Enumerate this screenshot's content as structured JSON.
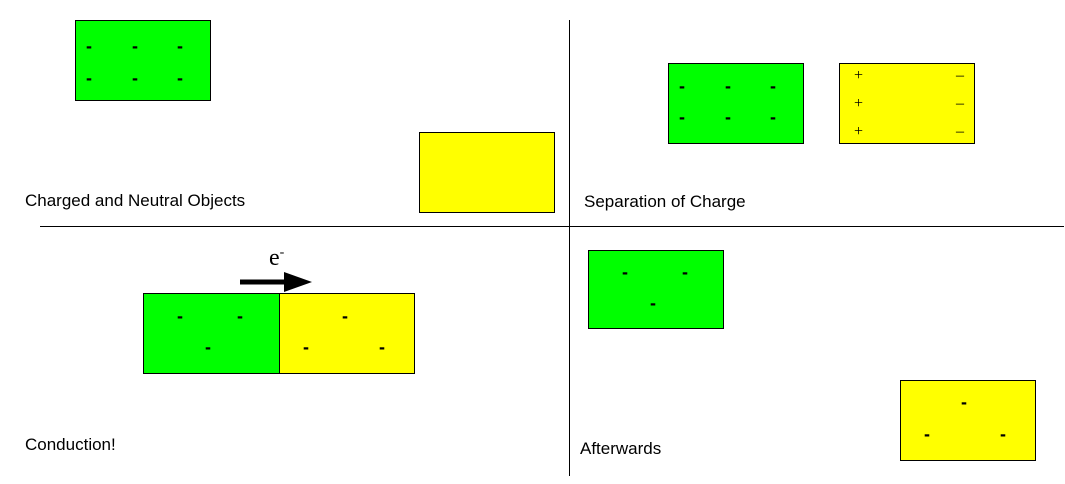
{
  "colors": {
    "charged": "#00ff00",
    "neutral": "#ffff00",
    "line": "#000000"
  },
  "captions": {
    "top_left": "Charged and Neutral Objects",
    "top_right": "Separation of Charge",
    "bottom_left": "Conduction!",
    "bottom_right": "Afterwards"
  },
  "symbols": {
    "minus": "-",
    "plus": "+",
    "dash": "–"
  },
  "electron": {
    "base": "e",
    "superscript": "-"
  }
}
